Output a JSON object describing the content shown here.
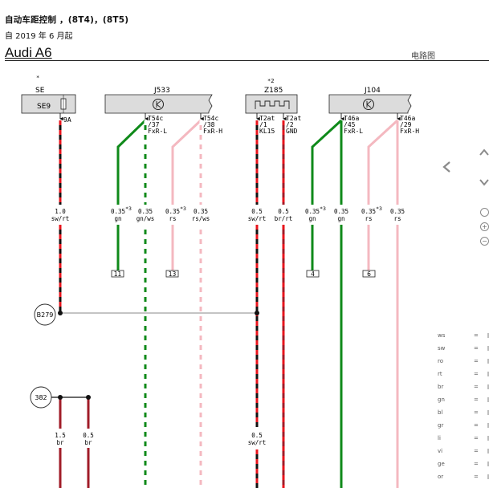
{
  "header": {
    "title": "自动车距控制 ，(8T4)，(8T5)",
    "subtitle": "自 2019 年 6 月起",
    "model": "Audi A6",
    "doc_type": "电路图"
  },
  "components": {
    "se": {
      "name": "SE",
      "star": "*",
      "fuse": "SE9",
      "pin": "9A"
    },
    "j533": {
      "name": "J533"
    },
    "z185": {
      "star": "*2",
      "name": "Z185"
    },
    "j104": {
      "name": "J104"
    }
  },
  "pins": [
    {
      "conn": "T54c",
      "num": "/37",
      "sig": "FxR-L"
    },
    {
      "conn": "T54c",
      "num": "/38",
      "sig": "FxR-H"
    },
    {
      "conn": "T2at",
      "num": "/1",
      "sig": "KL15"
    },
    {
      "conn": "T2at",
      "num": "/2",
      "sig": "GND"
    },
    {
      "conn": "T46a",
      "num": "/45",
      "sig": "FxR-L"
    },
    {
      "conn": "T46a",
      "num": "/29",
      "sig": "FxR-H"
    }
  ],
  "wire_labels": [
    {
      "size": "1.0",
      "color": "sw/rt",
      "star": ""
    },
    {
      "size": "0.35",
      "color": "gn",
      "star": "*3"
    },
    {
      "size": "0.35",
      "color": "gn/ws",
      "star": ""
    },
    {
      "size": "0.35",
      "color": "rs",
      "star": "*3"
    },
    {
      "size": "0.35",
      "color": "rs/ws",
      "star": ""
    },
    {
      "size": "0.5",
      "color": "sw/rt",
      "star": ""
    },
    {
      "size": "0.5",
      "color": "br/rt",
      "star": ""
    },
    {
      "size": "0.35",
      "color": "gn",
      "star": "*3"
    },
    {
      "size": "0.35",
      "color": "gn",
      "star": ""
    },
    {
      "size": "0.35",
      "color": "rs",
      "star": "*3"
    },
    {
      "size": "0.35",
      "color": "rs",
      "star": ""
    },
    {
      "size": "1.5",
      "color": "br",
      "star": ""
    },
    {
      "size": "0.5",
      "color": "br",
      "star": ""
    },
    {
      "size": "0.5",
      "color": "sw/rt",
      "star": ""
    }
  ],
  "terminals": [
    "11",
    "13",
    "4",
    "6"
  ],
  "nodes": {
    "b279": "B279",
    "n382": "382"
  },
  "legend": [
    "ws",
    "sw",
    "ro",
    "rt",
    "br",
    "gn",
    "bl",
    "gr",
    "li",
    "vi",
    "ge",
    "or"
  ],
  "legend_eq": "=",
  "wire_colors": {
    "black": "#111111",
    "red": "#e8141c",
    "green": "#0f8a1a",
    "pink": "#f4b8c0",
    "brown": "#a01c28",
    "white": "#ffffff",
    "box_fill": "#dcdcdc"
  },
  "controls": {
    "prev_icon": "chevron-left-icon",
    "up_icon": "chevron-up-icon",
    "down_icon": "chevron-down-icon",
    "search_icon": "search-icon",
    "zoom_in_icon": "zoom-in-icon",
    "zoom_out_icon": "zoom-out-icon"
  }
}
